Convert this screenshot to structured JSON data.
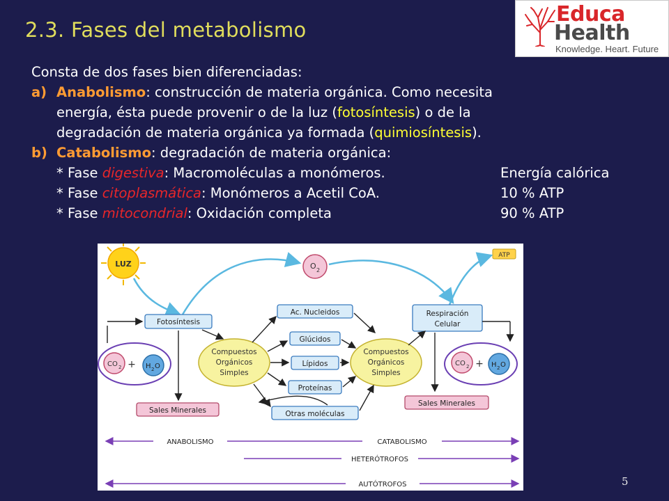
{
  "slide": {
    "title": "2.3. Fases del metabolismo",
    "page_number": "5"
  },
  "logo": {
    "line1": "Educa",
    "line2": "Health",
    "tagline": "Knowledge. Heart. Future",
    "colors": {
      "accent": "#d9262a",
      "dark": "#4a4a4a"
    }
  },
  "content": {
    "intro": "Consta de dos fases bien diferenciadas:",
    "a": {
      "label": "a)",
      "term": "Anabolismo",
      "line1_rest": ": construcción de materia orgánica. Como necesita",
      "line2_pre": "energía, ésta puede provenir o de la luz (",
      "line2_term": "fotosíntesis",
      "line2_post": ") o de la",
      "line3_pre": "degradación de materia orgánica ya formada (",
      "line3_term": "quimiosíntesis",
      "line3_post": ")."
    },
    "b": {
      "label": "b)",
      "term": "Catabolismo",
      "rest": ": degradación de materia orgánica:"
    },
    "phases": [
      {
        "prefix": "* Fase ",
        "name": "digestiva",
        "desc": ": Macromoléculas a monómeros.",
        "energy": "Energía calórica"
      },
      {
        "prefix": "* Fase ",
        "name": "citoplasmática",
        "desc": ": Monómeros a Acetil CoA.",
        "energy": "10 % ATP"
      },
      {
        "prefix": "* Fase ",
        "name": "mitocondrial",
        "desc": ": Oxidación completa",
        "energy": "90 % ATP"
      }
    ],
    "colors": {
      "term": "#ff9b33",
      "highlight": "#ffff33",
      "phase": "#e8262a",
      "title": "#e0dd5c",
      "background": "#1c1c4c"
    }
  },
  "diagram": {
    "luz": "LUZ",
    "o2": "O",
    "o2_sub": "2",
    "atp": "ATP",
    "fotosintesis": "Fotosíntesis",
    "respiracion_1": "Respiración",
    "respiracion_2": "Celular",
    "compuestos_1": "Compuestos",
    "compuestos_2": "Orgánicos",
    "compuestos_3": "Simples",
    "co2": "CO",
    "co2_sub": "2",
    "h2o_h": "H",
    "h2o_sub": "2",
    "h2o_o": "O",
    "plus": "+",
    "molecules": [
      "Ac. Nucleidos",
      "Glúcidos",
      "Lípidos",
      "Proteínas",
      "Otras moléculas"
    ],
    "sales": "Sales Minerales",
    "anabolismo": "ANABOLISMO",
    "catabolismo": "CATABOLISMO",
    "heterotrofos": "HETERÓTROFOS",
    "autotrofos": "AUTÓTROFOS",
    "colors": {
      "box_fill": "#d9ecf9",
      "box_stroke": "#3a7bbf",
      "compound_fill": "#f7f3a0",
      "compound_stroke": "#c4b22f",
      "pink": "#f4c6d8",
      "oval": "#6a3fb3",
      "blue_circle": "#62a8e0",
      "sun": "#ffd21a",
      "arrow_cyan": "#5ab8e0",
      "arrow_purple": "#7a3fb5",
      "dark": "#222222"
    }
  }
}
